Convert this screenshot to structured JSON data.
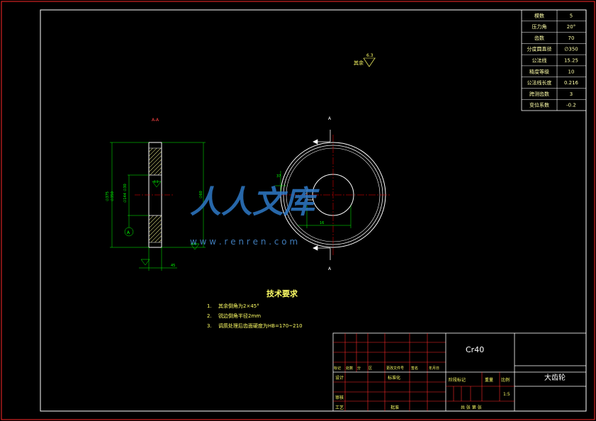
{
  "colors": {
    "background": "#000000",
    "frame": "#ff2a2a",
    "border": "#ffffff",
    "dimension": "#00ff00",
    "text": "#ffff66",
    "table_text": "#ffffaa",
    "centerline": "#ff0000",
    "hatch": "#ffff99",
    "watermark": "#2e79c7"
  },
  "params_table": [
    {
      "label": "模数",
      "value": "5"
    },
    {
      "label": "压力角",
      "value": "20°"
    },
    {
      "label": "齿数",
      "value": "70"
    },
    {
      "label": "分度圆直径",
      "value": "∅350"
    },
    {
      "label": "公法线",
      "value": "15.25"
    },
    {
      "label": "精度等级",
      "value": "10"
    },
    {
      "label": "公法线长度",
      "value": "0.216"
    },
    {
      "label": "跨测齿数",
      "value": "3"
    },
    {
      "label": "变位系数",
      "value": "-0.2"
    }
  ],
  "roughness_note": {
    "label": "其余",
    "value": "6.3"
  },
  "section_label": "A-A",
  "section_arrows": {
    "top": "A",
    "bottom": "A"
  },
  "side_view_dims": {
    "outer_dia": "∅375",
    "root_dia": "∅350",
    "hub_dia": "∅30",
    "bore_dia": "∅60",
    "hole_dia": "∅144",
    "face_width": "45",
    "chamfer": "6.3",
    "finish": "6.3",
    "datum": "A"
  },
  "front_view_dims": {
    "keyway_width": "16",
    "keyway_depth": "37"
  },
  "tech_req": {
    "title": "技术要求",
    "items": [
      {
        "num": "1.",
        "text": "其余倒角为2×45°"
      },
      {
        "num": "2.",
        "text": "锐边倒角半径2mm"
      },
      {
        "num": "3.",
        "text": "调质处理后齿面硬度为HB=170~210"
      }
    ]
  },
  "watermark": {
    "text": "人人文库",
    "url": "w w w . r e n r e n       . c o m"
  },
  "title_block": {
    "material": "Cr40",
    "part_name": "大齿轮",
    "row_labels": [
      "标记",
      "处数",
      "分",
      "区",
      "更改文件号",
      "签名",
      "年月日"
    ],
    "design": "设计",
    "standardize": "标准化",
    "check": "审核",
    "process": "工艺",
    "approve": "批准",
    "stage_headers": [
      "阶段标记",
      "重量",
      "比例"
    ],
    "scale": "1:5",
    "sheets": "共  张   第  张"
  }
}
